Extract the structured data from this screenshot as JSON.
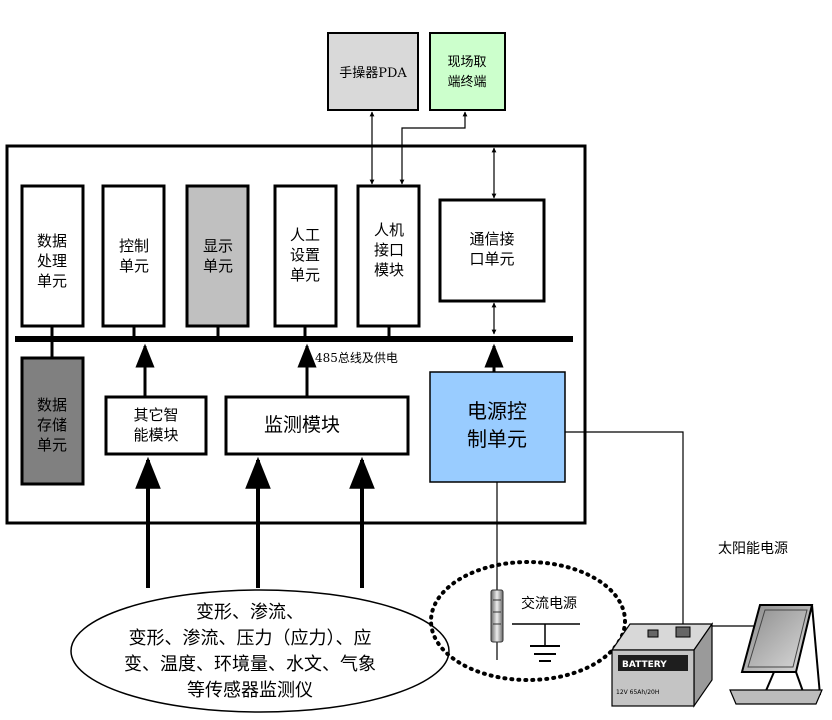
{
  "colors": {
    "pda_fill": "#d9d9d9",
    "field_terminal_fill": "#ccffcc",
    "display_unit_fill": "#c0c0c0",
    "data_storage_fill": "#808080",
    "power_control_fill": "#99ccff",
    "line": "#000000"
  },
  "external": {
    "pda": "手操器PDA",
    "field_terminal": [
      "现场取",
      "端终端"
    ]
  },
  "units": {
    "data_processing": [
      "数据",
      "处理",
      "单元"
    ],
    "control": [
      "控制",
      "单元"
    ],
    "display": [
      "显示",
      "单元"
    ],
    "manual_setting": [
      "人工",
      "设置",
      "单元"
    ],
    "hmi": [
      "人机",
      "接口",
      "模块"
    ],
    "comm_interface": [
      "通信接",
      "口单元"
    ],
    "data_storage": [
      "数据",
      "存储",
      "单元"
    ],
    "other_smart": [
      "其它智",
      "能模块"
    ],
    "monitoring": "监测模块",
    "power_control": [
      "电源控",
      "制单元"
    ]
  },
  "bus_label": "485总线及供电",
  "sensors": [
    "变形、渗流、",
    "变形、渗流、压力（应力）、应",
    "变、温度、环境量、水文、气象",
    "等传感器监测仪"
  ],
  "ac_power": "交流电源",
  "solar_power": "太阳能电源",
  "battery": {
    "brand": "BATTERY",
    "spec": "12V 65Ah/20H"
  }
}
